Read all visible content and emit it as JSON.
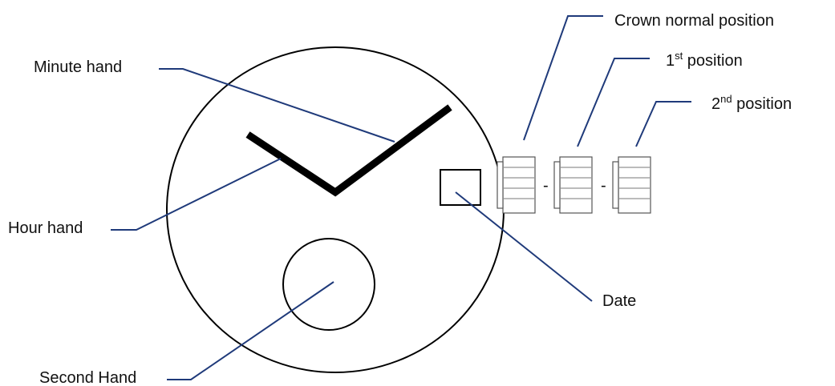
{
  "labels": {
    "minute_hand": "Minute hand",
    "hour_hand": "Hour hand",
    "second_hand": "Second Hand",
    "date": "Date",
    "crown_normal": "Crown normal position",
    "first_position": {
      "number": "1",
      "suffix": "st",
      "text": " position"
    },
    "second_position": {
      "number": "2",
      "suffix": "nd",
      "text": " position"
    }
  },
  "separators": [
    "-",
    "-"
  ],
  "colors": {
    "leader_line": "#1f3a7a",
    "outline": "#000000",
    "text": "#111111"
  }
}
